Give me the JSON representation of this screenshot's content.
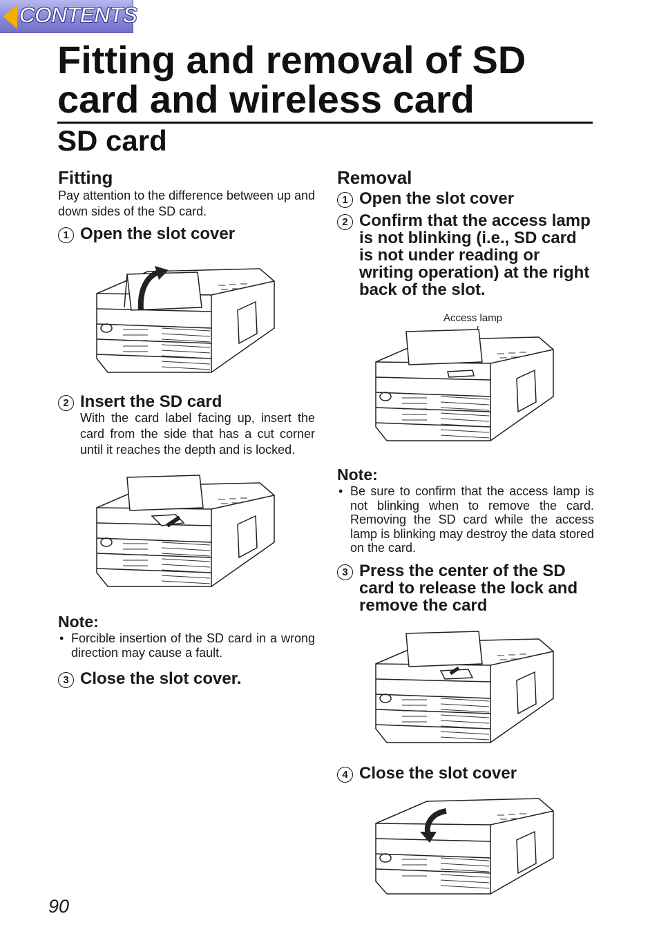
{
  "nav": {
    "contents_label": "CONTENTS"
  },
  "title": "Fitting and removal of SD card and wireless card",
  "subtitle": "SD card",
  "fitting": {
    "heading": "Fitting",
    "intro": "Pay attention to the difference between up and down sides of the SD card.",
    "step1": {
      "num": "1",
      "title": "Open the slot cover"
    },
    "step2": {
      "num": "2",
      "title": "Insert the SD card",
      "desc": "With the card label facing up, insert the card from the side that has a cut corner until it reaches the depth and is locked."
    },
    "note": {
      "heading": "Note:",
      "bullet": "•",
      "text": "Forcible insertion of the SD card in a wrong direction may cause a fault."
    },
    "step3": {
      "num": "3",
      "title": "Close the slot cover."
    }
  },
  "removal": {
    "heading": "Removal",
    "step1": {
      "num": "1",
      "title": "Open the slot cover"
    },
    "step2": {
      "num": "2",
      "title": "Confirm that the access lamp is not blinking (i.e., SD card is not under reading or writing operation) at the right back of the slot."
    },
    "access_lamp_label": "Access lamp",
    "note": {
      "heading": "Note:",
      "bullet": "•",
      "text": "Be sure to confirm that the access lamp is not blinking when to remove the card. Removing the SD card while the access lamp is blinking may destroy the data stored on the card."
    },
    "step3": {
      "num": "3",
      "title": "Press the center of the SD card to release the lock and remove the card"
    },
    "step4": {
      "num": "4",
      "title": "Close the slot cover"
    }
  },
  "page_number": "90"
}
